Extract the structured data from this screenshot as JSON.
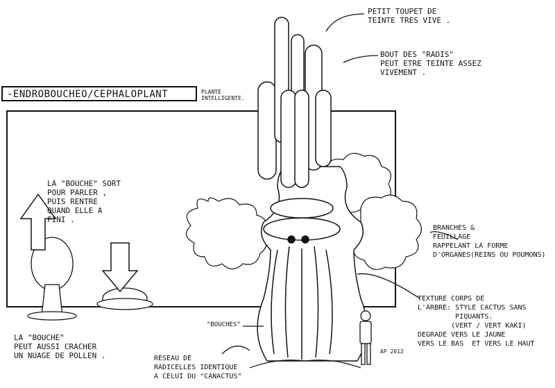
{
  "title": "-ENDROBOUCHEO/CEPHALOPLANT",
  "annotations": {
    "plante_intelligente": "PLANTE\nINTELLIGENTE.",
    "petit_toupet": "PETIT TOUPET DE\nTEINTE TRES VIVE .",
    "bout_des_radis": "BOUT DES \"RADIS\"\nPEUT ETRE TEINTE ASSEZ\nVIVEMENT .",
    "bouche_parler": "LA \"BOUCHE\" SORT\nPOUR PARLER ,\nPUIS RENTRE\nQUAND ELLE A\nFINI .",
    "branches": "BRANCHES &\nFEUILLAGE\nRAPPELANT LA FORME\nD'ORGANES(REINS OU POUMONS)",
    "texture": "TEXTURE CORPS DE\nL'ARBRE: STYLE CACTUS SANS\n         PIQUANTS.\n        (VERT / VERT KAKI)\nDEGRADE VERS LE JAUNE\nVERS LE BAS  ET VERS LE HAUT",
    "bouches": "\"BOUCHES\"",
    "bouche_cracher": "LA \"BOUCHE\"\nPEUT AUSSI CRACHER\nUN NUAGE DE POLLEN .",
    "reseau": "RESEAU DE\nRADICELLES IDENTIQUE\nA CELUI DU \"CANACTUS\""
  },
  "signature": "AP 2012",
  "colors": {
    "ink": "#111111",
    "paper": "#ffffff"
  },
  "icons": [
    "arrow-up-icon",
    "arrow-down-icon",
    "human-silhouette-icon"
  ]
}
